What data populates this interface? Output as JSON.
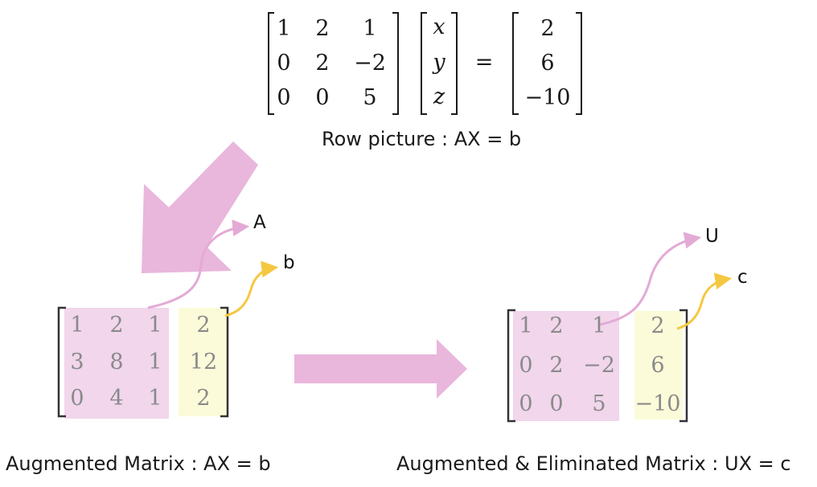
{
  "top_equation": {
    "matrix_A": [
      [
        "1",
        "2",
        "1"
      ],
      [
        "0",
        "2",
        "−2"
      ],
      [
        "0",
        "0",
        "5"
      ]
    ],
    "vector_x": [
      "x",
      "y",
      "z"
    ],
    "equals": "=",
    "vector_b": [
      "2",
      "6",
      "−10"
    ]
  },
  "captions": {
    "row_picture": "Row picture : AX = b",
    "augmented": "Augmented Matrix : AX = b",
    "eliminated": "Augmented & Eliminated Matrix : UX = c"
  },
  "augmented_matrix": {
    "coeff": [
      [
        "1",
        "2",
        "1"
      ],
      [
        "3",
        "8",
        "1"
      ],
      [
        "0",
        "4",
        "1"
      ]
    ],
    "rhs": [
      "2",
      "12",
      "2"
    ],
    "label_coeff": "A",
    "label_rhs": "b"
  },
  "eliminated_matrix": {
    "coeff": [
      [
        "1",
        "2",
        "1"
      ],
      [
        "0",
        "2",
        "−2"
      ],
      [
        "0",
        "0",
        "5"
      ]
    ],
    "rhs": [
      "2",
      "6",
      "−10"
    ],
    "label_coeff": "U",
    "label_rhs": "c"
  },
  "colors": {
    "arrow_pink": "#e9b6dc",
    "highlight_pink": "#f1d6ec",
    "highlight_yellow": "#fbfbd9",
    "curve_pink": "#e4aad6",
    "curve_yellow": "#f5c842"
  }
}
